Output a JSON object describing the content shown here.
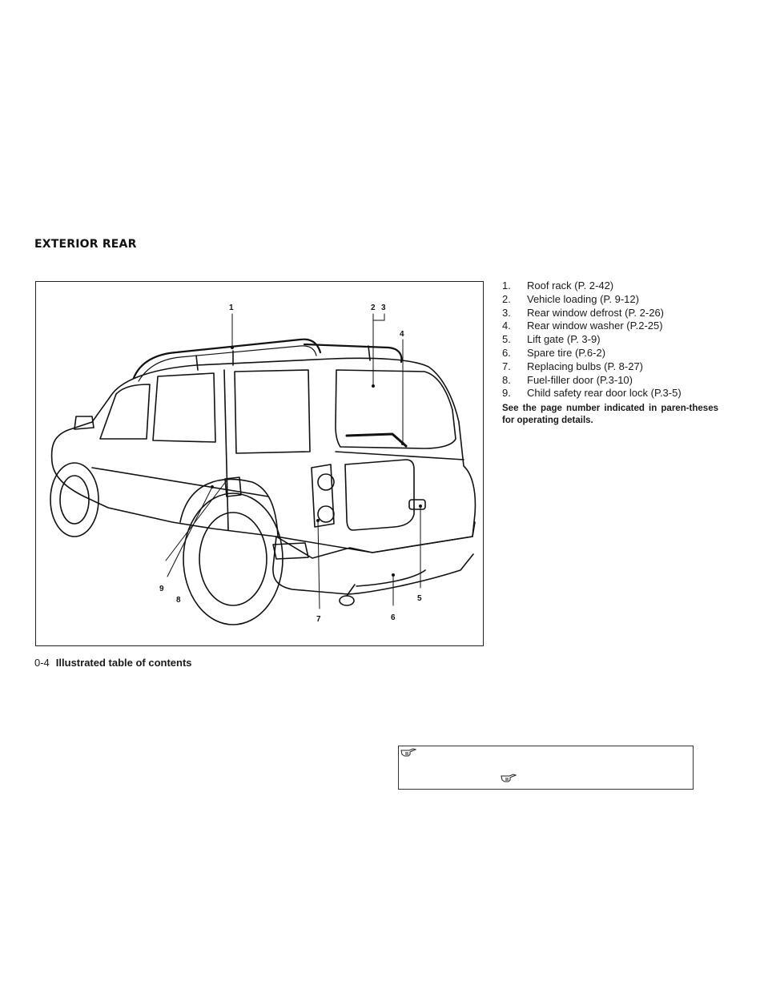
{
  "section": {
    "title": "EXTERIOR REAR"
  },
  "figure": {
    "callouts": [
      "1",
      "2",
      "3",
      "4",
      "5",
      "6",
      "7",
      "8",
      "9"
    ]
  },
  "parts": [
    {
      "num": "1.",
      "label": "Roof rack (P. 2-42)"
    },
    {
      "num": "2.",
      "label": "Vehicle loading (P. 9-12)"
    },
    {
      "num": "3.",
      "label": "Rear window defrost (P. 2-26)"
    },
    {
      "num": "4.",
      "label": "Rear window washer (P.2-25)"
    },
    {
      "num": "5.",
      "label": "Lift gate (P. 3-9)"
    },
    {
      "num": "6.",
      "label": "Spare tire (P.6-2)"
    },
    {
      "num": "7.",
      "label": "Replacing bulbs (P. 8-27)"
    },
    {
      "num": "8.",
      "label": "Fuel-filler door (P.3-10)"
    },
    {
      "num": "9.",
      "label": "Child safety rear door lock (P.3-5)"
    }
  ],
  "note": "See the page number indicated in paren-theses for operating details.",
  "footer": {
    "page": "0-4",
    "title": "Illustrated table of contents"
  },
  "icons": {
    "ref_box": [
      "pointing-hand-icon",
      "pointing-hand-icon"
    ]
  }
}
